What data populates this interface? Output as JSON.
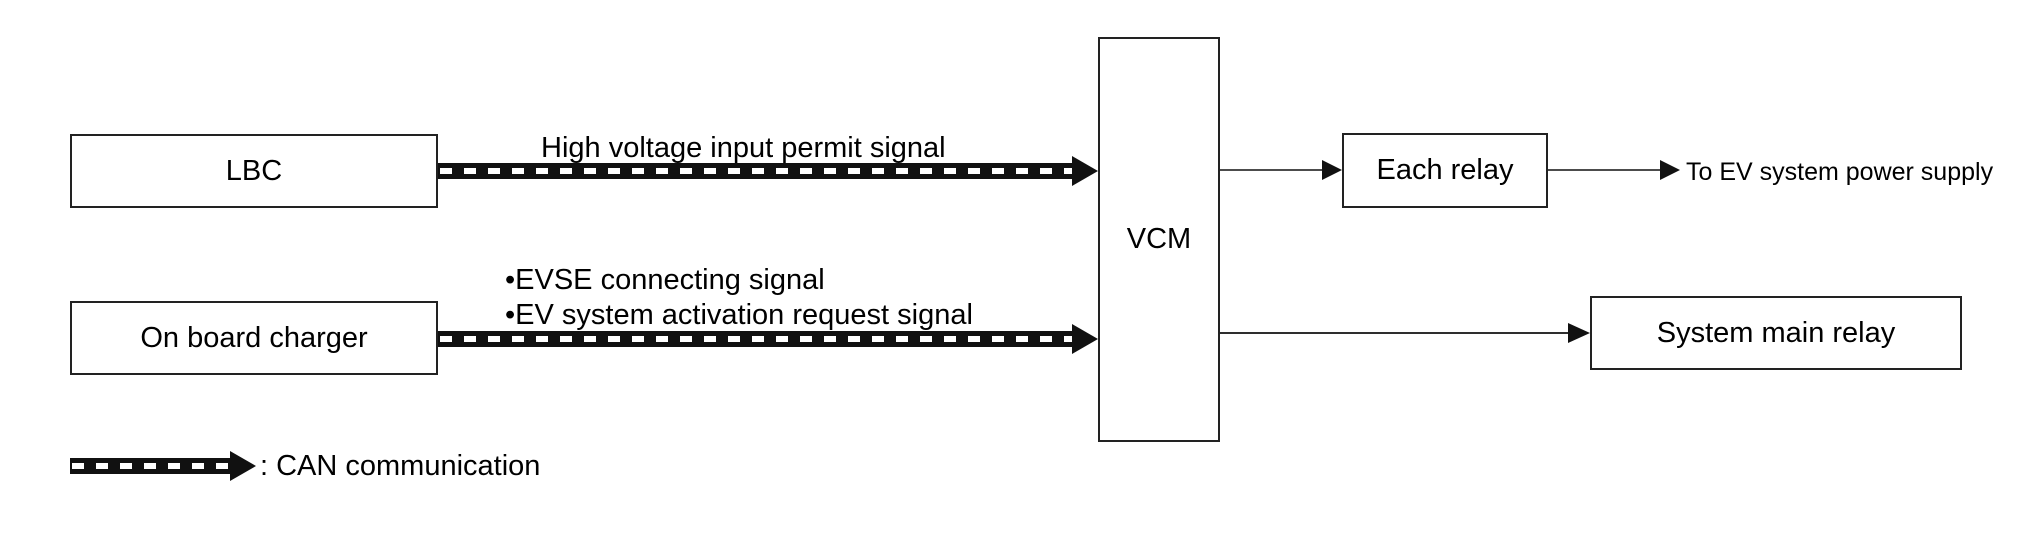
{
  "nodes": {
    "lbc": "LBC",
    "charger": "On board charger",
    "vcm": "VCM",
    "each_relay": "Each relay",
    "system_main_relay": "System main relay"
  },
  "signals": {
    "high_voltage": "High voltage input permit signal",
    "evse": "•EVSE connecting signal",
    "ev_activation": "•EV system activation request signal"
  },
  "outputs": {
    "ev_power": "To EV system power supply"
  },
  "legend": {
    "can": ": CAN communication"
  },
  "colors": {
    "line": "#111111",
    "bus_fill": "#111111",
    "bus_dash": "#ffffff"
  }
}
